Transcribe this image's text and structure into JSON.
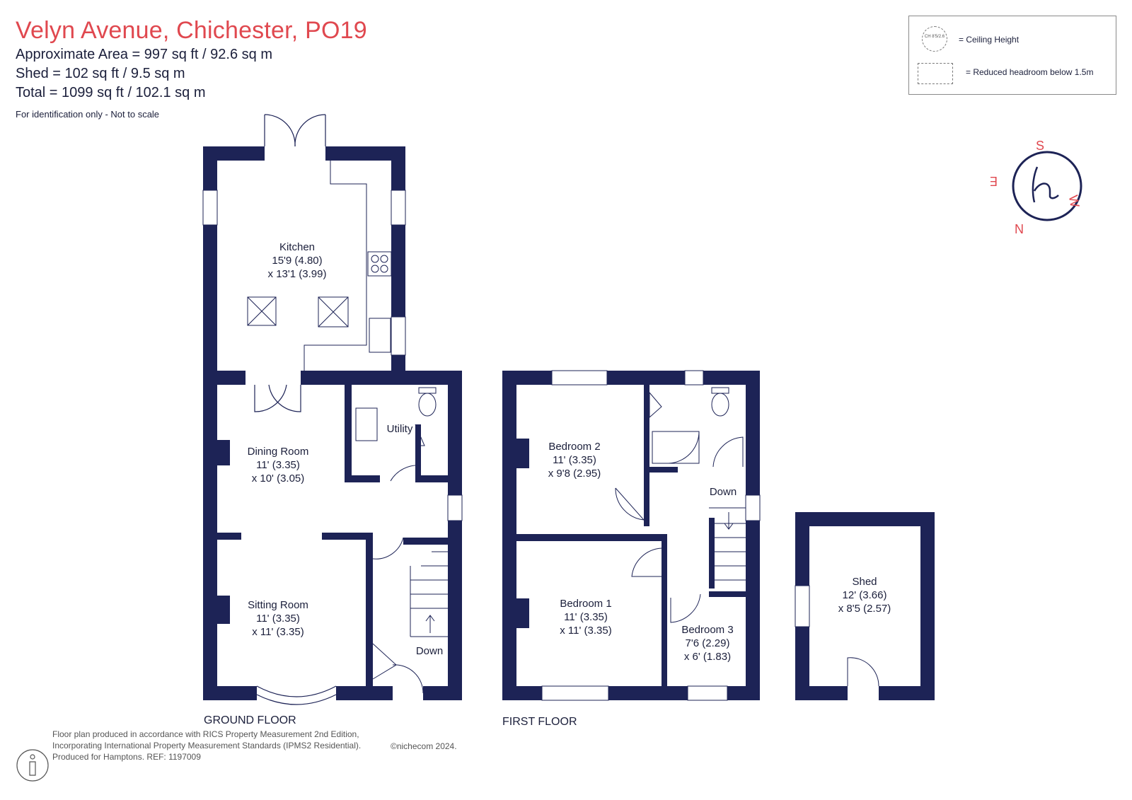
{
  "header": {
    "title": "Velyn Avenue, Chichester, PO19",
    "approx_area": "Approximate Area = 997 sq ft / 92.6 sq m",
    "shed_area": "Shed = 102 sq ft / 9.5 sq m",
    "total_area": "Total = 1099 sq ft / 102.1 sq m",
    "note": "For identification only - Not to scale"
  },
  "legend": {
    "ceiling_height_label": "= Ceiling Height",
    "reduced_headroom_label": "= Reduced headroom below 1.5m",
    "ch_symbol_text": "CH 8'5/2.6"
  },
  "compass": {
    "north": "N",
    "south": "S",
    "east": "E",
    "west": "W",
    "logo_letter": "h"
  },
  "rooms": {
    "kitchen": {
      "name": "Kitchen",
      "dim1": "15'9 (4.80)",
      "dim2": "x 13'1 (3.99)"
    },
    "dining": {
      "name": "Dining Room",
      "dim1": "11' (3.35)",
      "dim2": "x 10' (3.05)"
    },
    "sitting": {
      "name": "Sitting Room",
      "dim1": "11' (3.35)",
      "dim2": "x 11' (3.35)"
    },
    "utility": {
      "name": "Utility"
    },
    "bedroom2": {
      "name": "Bedroom 2",
      "dim1": "11' (3.35)",
      "dim2": "x 9'8 (2.95)"
    },
    "bedroom1": {
      "name": "Bedroom 1",
      "dim1": "11' (3.35)",
      "dim2": "x 11' (3.35)"
    },
    "bedroom3": {
      "name": "Bedroom 3",
      "dim1": "7'6 (2.29)",
      "dim2": "x 6' (1.83)"
    },
    "shed": {
      "name": "Shed",
      "dim1": "12' (3.66)",
      "dim2": "x 8'5 (2.57)"
    }
  },
  "stairs": {
    "ground_label": "Down",
    "first_label": "Down"
  },
  "floors": {
    "ground": "GROUND FLOOR",
    "first": "FIRST FLOOR"
  },
  "footer": {
    "line1": "Floor plan produced in accordance with RICS Property Measurement 2nd Edition,",
    "line2": "Incorporating International Property Measurement Standards (IPMS2 Residential).",
    "line3": "Produced for Hamptons.   REF:  1197009",
    "copyright": "©nichecom 2024."
  },
  "colors": {
    "wall": "#1d2356",
    "title": "#e0484f",
    "compass_letters": "#e0484f"
  }
}
